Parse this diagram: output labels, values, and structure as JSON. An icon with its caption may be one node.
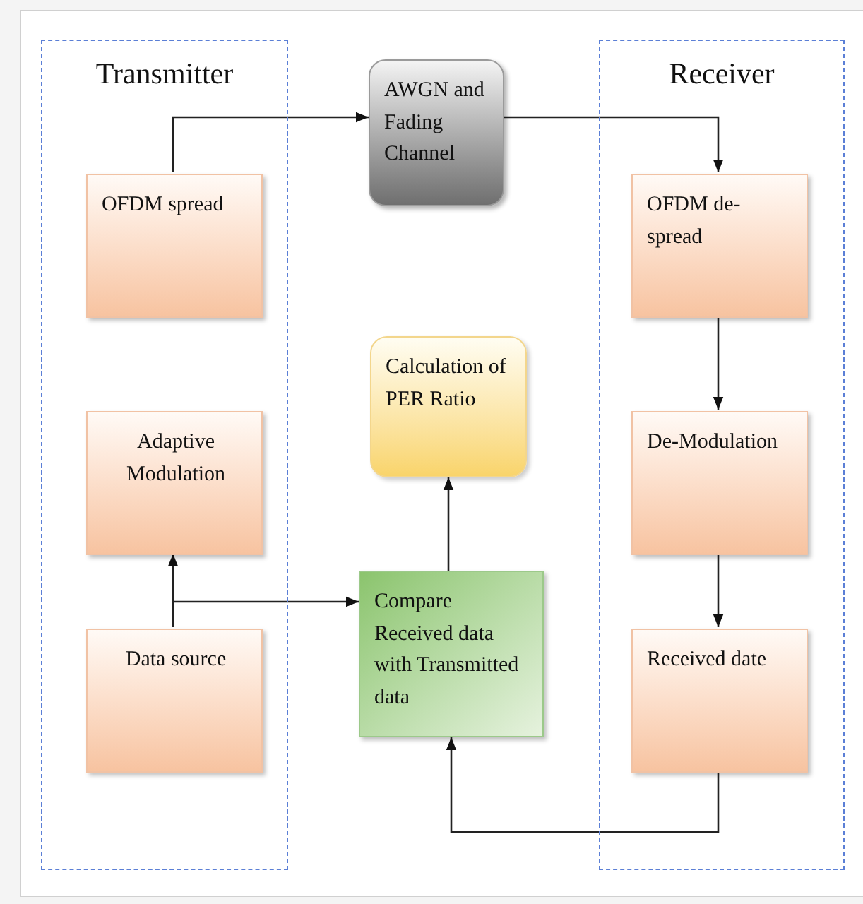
{
  "diagram": {
    "nodes": [
      {
        "text": [
          "Transmitter"
        ]
      },
      {
        "text": [
          "OFDM spread"
        ],
        "in": 0
      },
      {
        "text": [
          "Adaptive Modulation"
        ],
        "in": 0
      },
      {
        "text": [
          "Data source"
        ],
        "in": 0
      },
      {
        "text": [
          "AWGN and Fading Channel"
        ]
      },
      {
        "text": [
          "Calculation of PER Ratio"
        ]
      },
      {
        "text": [
          "Compare Received data with Transmitted data"
        ]
      },
      {
        "text": [
          "Receiver"
        ]
      },
      {
        "text": [
          "OFDM de-spread"
        ],
        "in": 7
      },
      {
        "text": [
          "De-Modulation"
        ],
        "in": 7
      },
      {
        "text": [
          "Received date"
        ],
        "in": 7
      }
    ],
    "edges": [
      {
        "from": 1,
        "to": 4,
        "arrow": "to"
      },
      {
        "from": 4,
        "to": 8,
        "arrow": "to"
      },
      {
        "from": 8,
        "to": 9,
        "arrow": "to"
      },
      {
        "from": 9,
        "to": 10,
        "arrow": "to"
      },
      {
        "from": 10,
        "to": 6,
        "arrow": "to"
      },
      {
        "from": 6,
        "to": 5,
        "arrow": "to"
      },
      {
        "from": 3,
        "to": 2,
        "arrow": "to"
      },
      {
        "from": 3,
        "to": 6,
        "arrow": "to"
      }
    ]
  }
}
